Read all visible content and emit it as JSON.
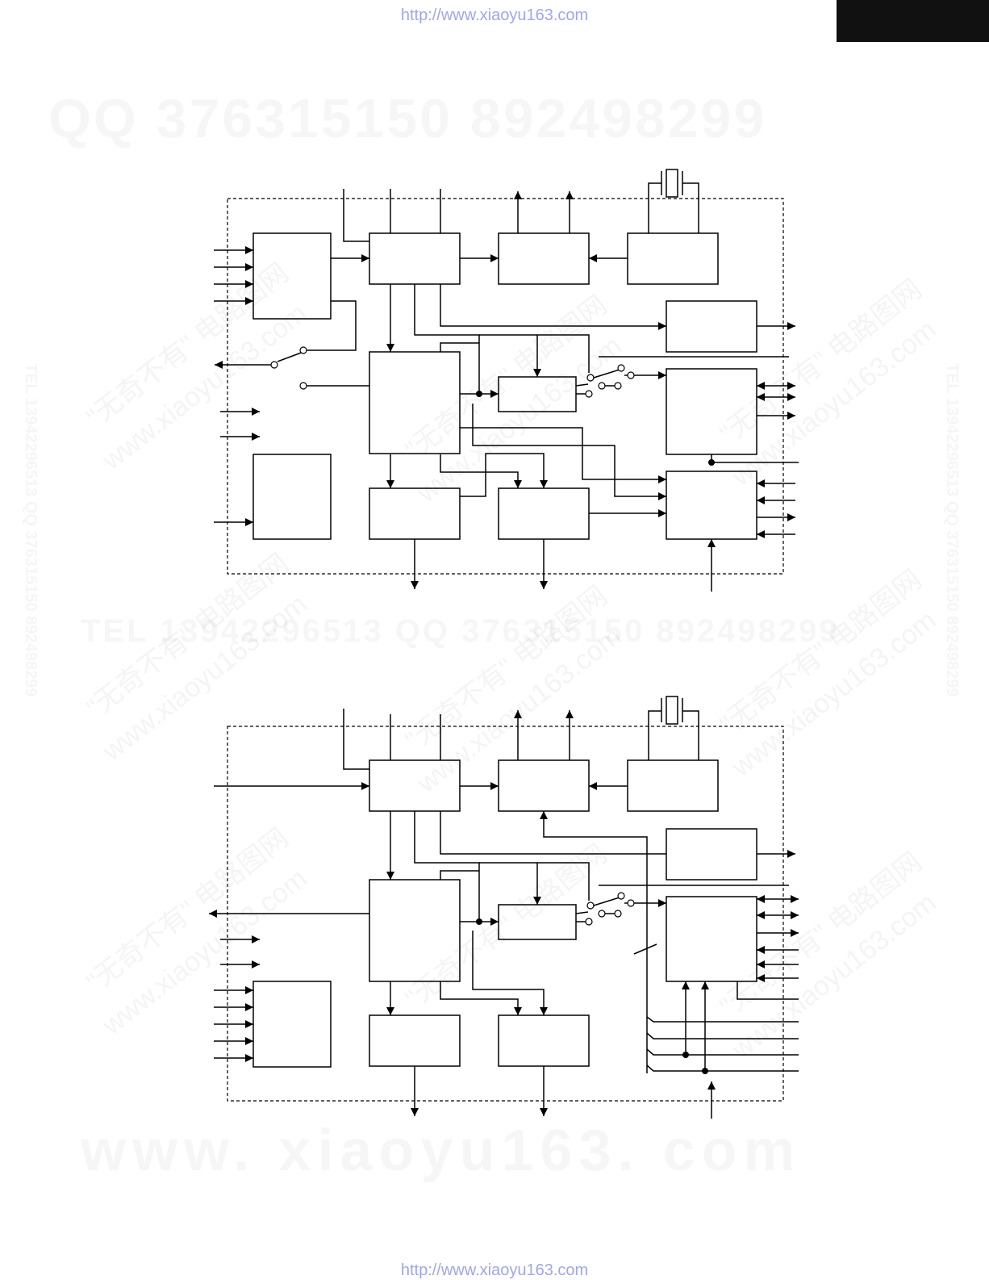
{
  "page": {
    "url_top": "http://www.xiaoyu163.com",
    "url_bottom": "http://www.xiaoyu163.com"
  },
  "watermarks": {
    "qq_line": "QQ 376315150     892498299",
    "tel_line": "TEL 13942296513      QQ 376315150  892498299",
    "site_line": "www. xiaoyu163. com",
    "diag_1": "\"无奇不有\" 电路图网",
    "diag_2": "www.xiaoyu163.com",
    "side": "TEL 13942296513 QQ 376315150 892498299"
  },
  "colors": {
    "line": "#000000",
    "url": "#9fa6ec",
    "corner_tab": "#111111"
  }
}
